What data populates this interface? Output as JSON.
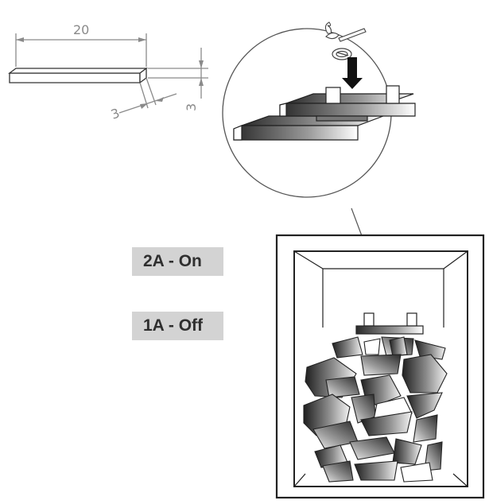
{
  "dimensions": {
    "length": "20",
    "width": "3",
    "thickness": "3"
  },
  "labels": {
    "on": "2A - On",
    "off": "1A - Off"
  },
  "colors": {
    "stroke": "#333333",
    "dimension": "#8a8a8a",
    "label_bg": "#d3d3d3",
    "gradient_dark": "#2a2a2a",
    "gradient_light": "#ffffff"
  },
  "icons": [
    "hammer-icon",
    "coil-icon",
    "down-arrow-icon"
  ]
}
